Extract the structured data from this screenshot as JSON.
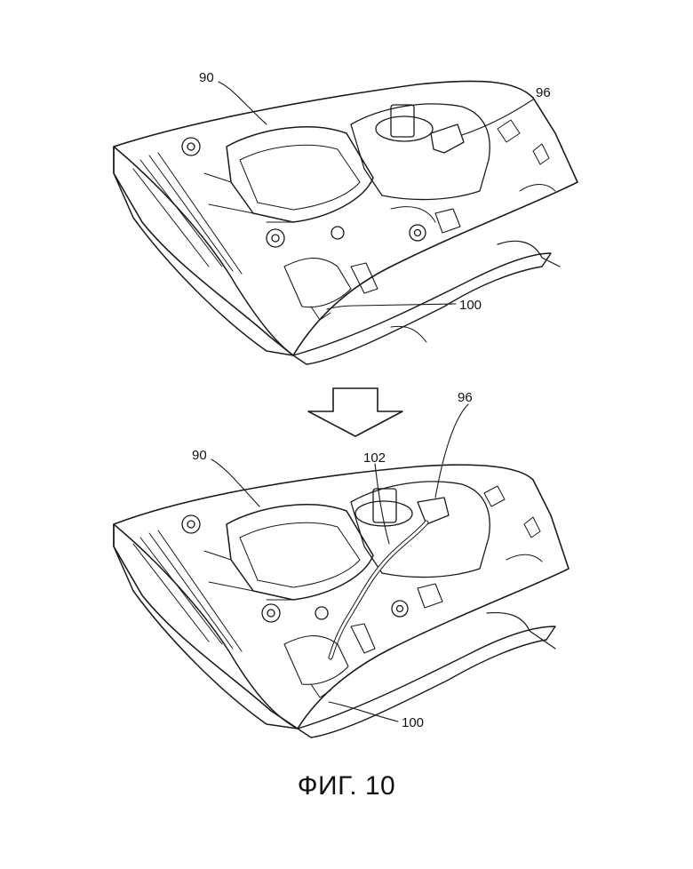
{
  "figure": {
    "caption": "ФИГ. 10"
  },
  "top_view": {
    "labels": {
      "housing": "90",
      "connector": "96",
      "tab": "100"
    }
  },
  "bottom_view": {
    "labels": {
      "housing": "90",
      "connector": "96",
      "harness": "102",
      "tab": "100"
    }
  },
  "colors": {
    "line": "#1a1a1a",
    "background": "#ffffff"
  }
}
